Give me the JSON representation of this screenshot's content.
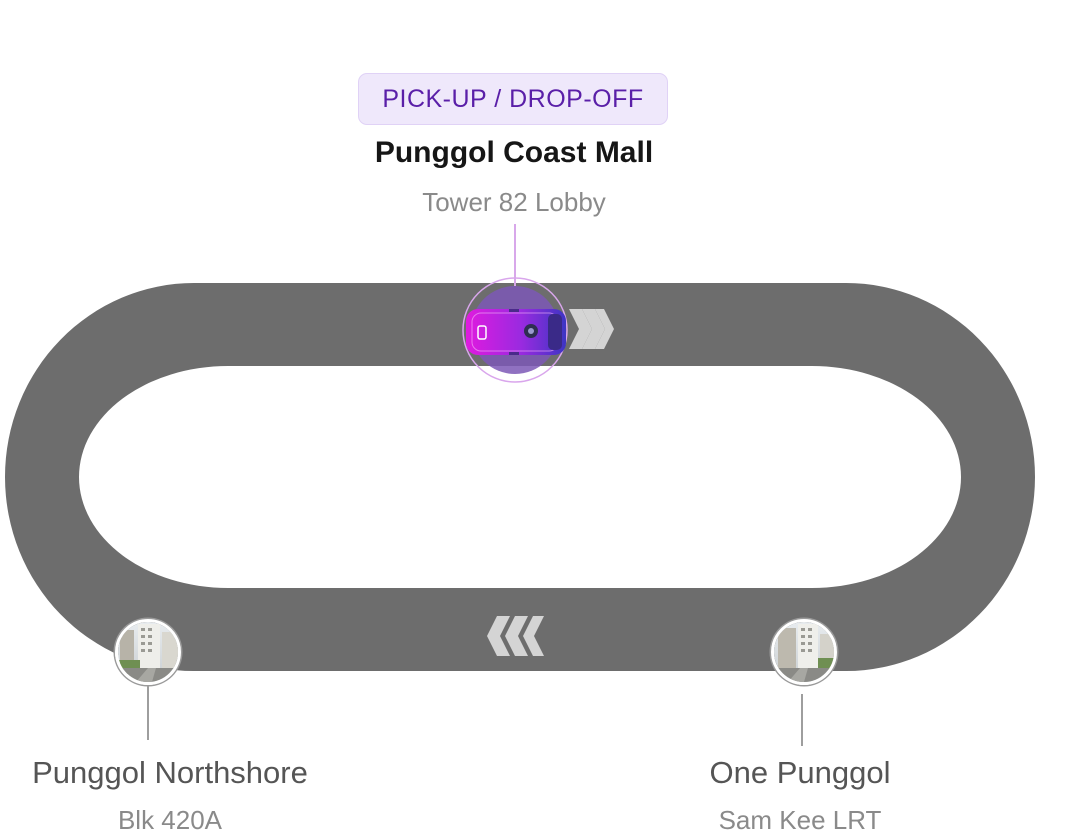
{
  "pickup": {
    "badge": "PICK-UP / DROP-OFF",
    "title": "Punggol Coast Mall",
    "subtitle": "Tower 82 Lobby"
  },
  "stops": [
    {
      "name": "Punggol Northshore",
      "subtitle": "Blk 420A"
    },
    {
      "name": "One Punggol",
      "subtitle": "Sam Kee LRT"
    }
  ],
  "colors": {
    "road": "#6d6d6d",
    "chevron": "#d4d4d4",
    "badge_text": "#5a1fa8",
    "badge_bg": "#efe8fb",
    "car_gradient_start": "#d61ae0",
    "car_gradient_end": "#4a2fc9"
  }
}
